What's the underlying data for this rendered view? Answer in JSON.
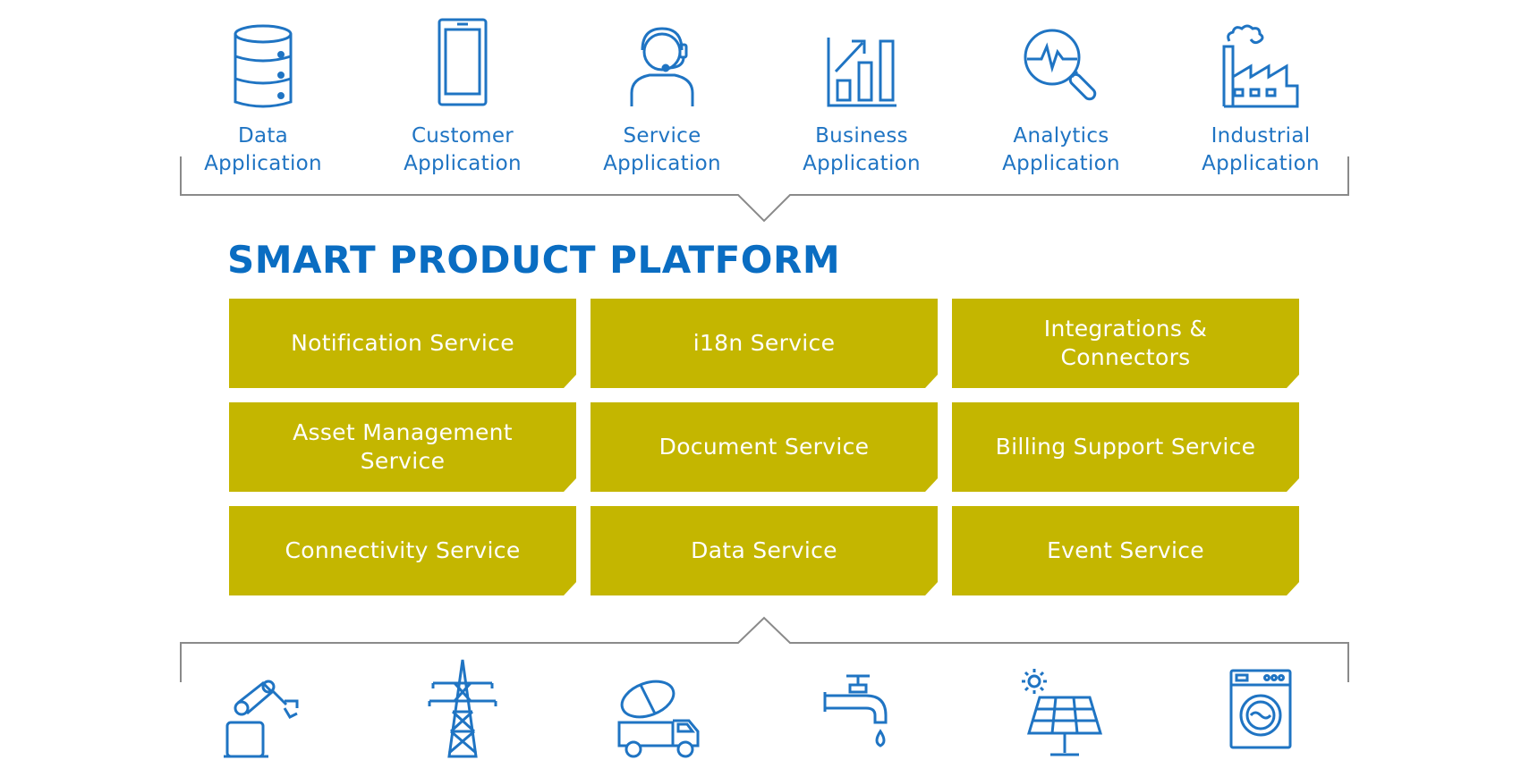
{
  "colors": {
    "icon_blue": "#1f74c3",
    "title_blue": "#0a6dc2",
    "tile_olive": "#c4b600",
    "bracket_gray": "#8a8a8a"
  },
  "applications": [
    {
      "line1": "Data",
      "line2": "Application",
      "icon": "database-icon"
    },
    {
      "line1": "Customer",
      "line2": "Application",
      "icon": "smartphone-icon"
    },
    {
      "line1": "Service",
      "line2": "Application",
      "icon": "headset-agent-icon"
    },
    {
      "line1": "Business",
      "line2": "Application",
      "icon": "bar-chart-growth-icon"
    },
    {
      "line1": "Analytics",
      "line2": "Application",
      "icon": "magnifier-pulse-icon"
    },
    {
      "line1": "Industrial",
      "line2": "Application",
      "icon": "factory-icon"
    }
  ],
  "platform": {
    "title": "SMART PRODUCT PLATFORM",
    "services": [
      {
        "label": "Notification Service"
      },
      {
        "label": "i18n Service"
      },
      {
        "label": "Integrations & Connectors"
      },
      {
        "label": "Asset Management Service"
      },
      {
        "label": "Document Service"
      },
      {
        "label": "Billing Support Service"
      },
      {
        "label": "Connectivity Service"
      },
      {
        "label": "Data Service"
      },
      {
        "label": "Event Service"
      }
    ]
  },
  "devices": [
    {
      "icon": "robot-arm-icon"
    },
    {
      "icon": "power-pylon-icon"
    },
    {
      "icon": "cement-truck-icon"
    },
    {
      "icon": "water-tap-icon"
    },
    {
      "icon": "solar-panel-icon"
    },
    {
      "icon": "washing-machine-icon"
    }
  ]
}
